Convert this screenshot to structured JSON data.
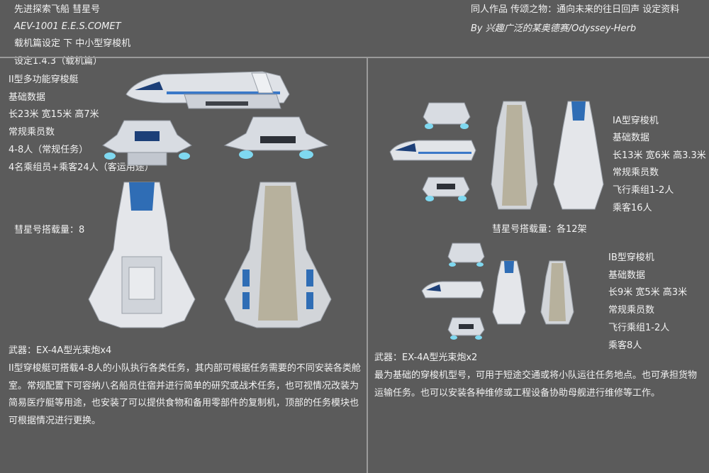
{
  "header_left": {
    "line1": "先进探索飞船 彗星号",
    "line2": "AEV-1001 E.E.S.COMET",
    "line3": "载机篇设定 下 中小型穿梭机",
    "line4": "设定1.4.3（载机篇）"
  },
  "header_right": {
    "line1": "同人作品 传颂之物：通向未来的往日回声 设定资料",
    "line2": "By 兴趣广泛的某奥德赛/Odyssey-Herb"
  },
  "type_ii": {
    "title": "II型多功能穿梭艇",
    "basic": "基础数据",
    "size": "长23米 宽15米 高7米",
    "crew_label": "常规乘员数",
    "crew": "4-8人（常规任务）",
    "crew_alt": "4名乘组员+乘客24人（客运用途）",
    "capacity": "彗星号搭载量：8",
    "weapon": "武器：EX-4A型光束炮x4",
    "description": "II型穿梭艇可搭载4-8人的小队执行各类任务，其内部可根据任务需要的不同安装各类舱室。常规配置下可容纳八名船员住宿并进行简单的研究或战术任务，也可视情况改装为简易医疗艇等用途，也安装了可以提供食物和备用零部件的复制机，顶部的任务模块也可根据情况进行更换。"
  },
  "type_ia": {
    "title": "IA型穿梭机",
    "basic": "基础数据",
    "size": "长13米 宽6米 高3.3米",
    "crew_label": "常规乘员数",
    "flight_crew": "飞行乘组1-2人",
    "passengers": "乘客16人"
  },
  "shared_capacity": "彗星号搭载量：各12架",
  "type_ib": {
    "title": "IB型穿梭机",
    "basic": "基础数据",
    "size": "长9米 宽5米 高3米",
    "crew_label": "常规乘员数",
    "flight_crew": "飞行乘组1-2人",
    "passengers": "乘客8人"
  },
  "type_i_common": {
    "weapon": "武器：EX-4A型光束炮x2",
    "description": "最为基础的穿梭机型号，可用于短途交通或将小队运往任务地点。也可承担货物运输任务。也可以安装各种维修或工程设备协助母舰进行维修等工作。"
  },
  "colors": {
    "background": "#5b5b5b",
    "divider": "#9a9a9a",
    "hull": "#e4e6ea",
    "accent_blue": "#2f6db5",
    "thruster": "#7fd8f0"
  }
}
